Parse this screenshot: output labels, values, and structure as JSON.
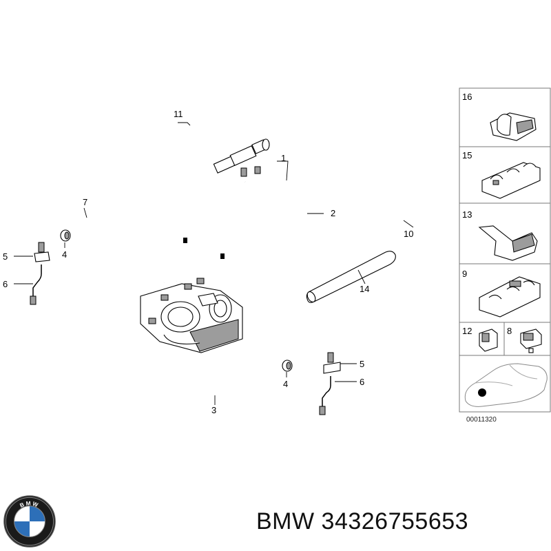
{
  "diagram": {
    "callouts": {
      "p1": "1",
      "p2": "2",
      "p3": "3",
      "p4a": "4",
      "p4b": "4",
      "p5a": "5",
      "p5b": "5",
      "p6a": "6",
      "p6b": "6",
      "p7": "7",
      "p10": "10",
      "p11": "11",
      "p14": "14"
    },
    "side_panel": {
      "p16": "16",
      "p15": "15",
      "p13": "13",
      "p9": "9",
      "p12": "12",
      "p8": "8"
    },
    "figure_number": "00011320"
  },
  "logo": {
    "ring_text": "BMW"
  },
  "caption": {
    "brand": "BMW",
    "part_number": "34326755653"
  }
}
